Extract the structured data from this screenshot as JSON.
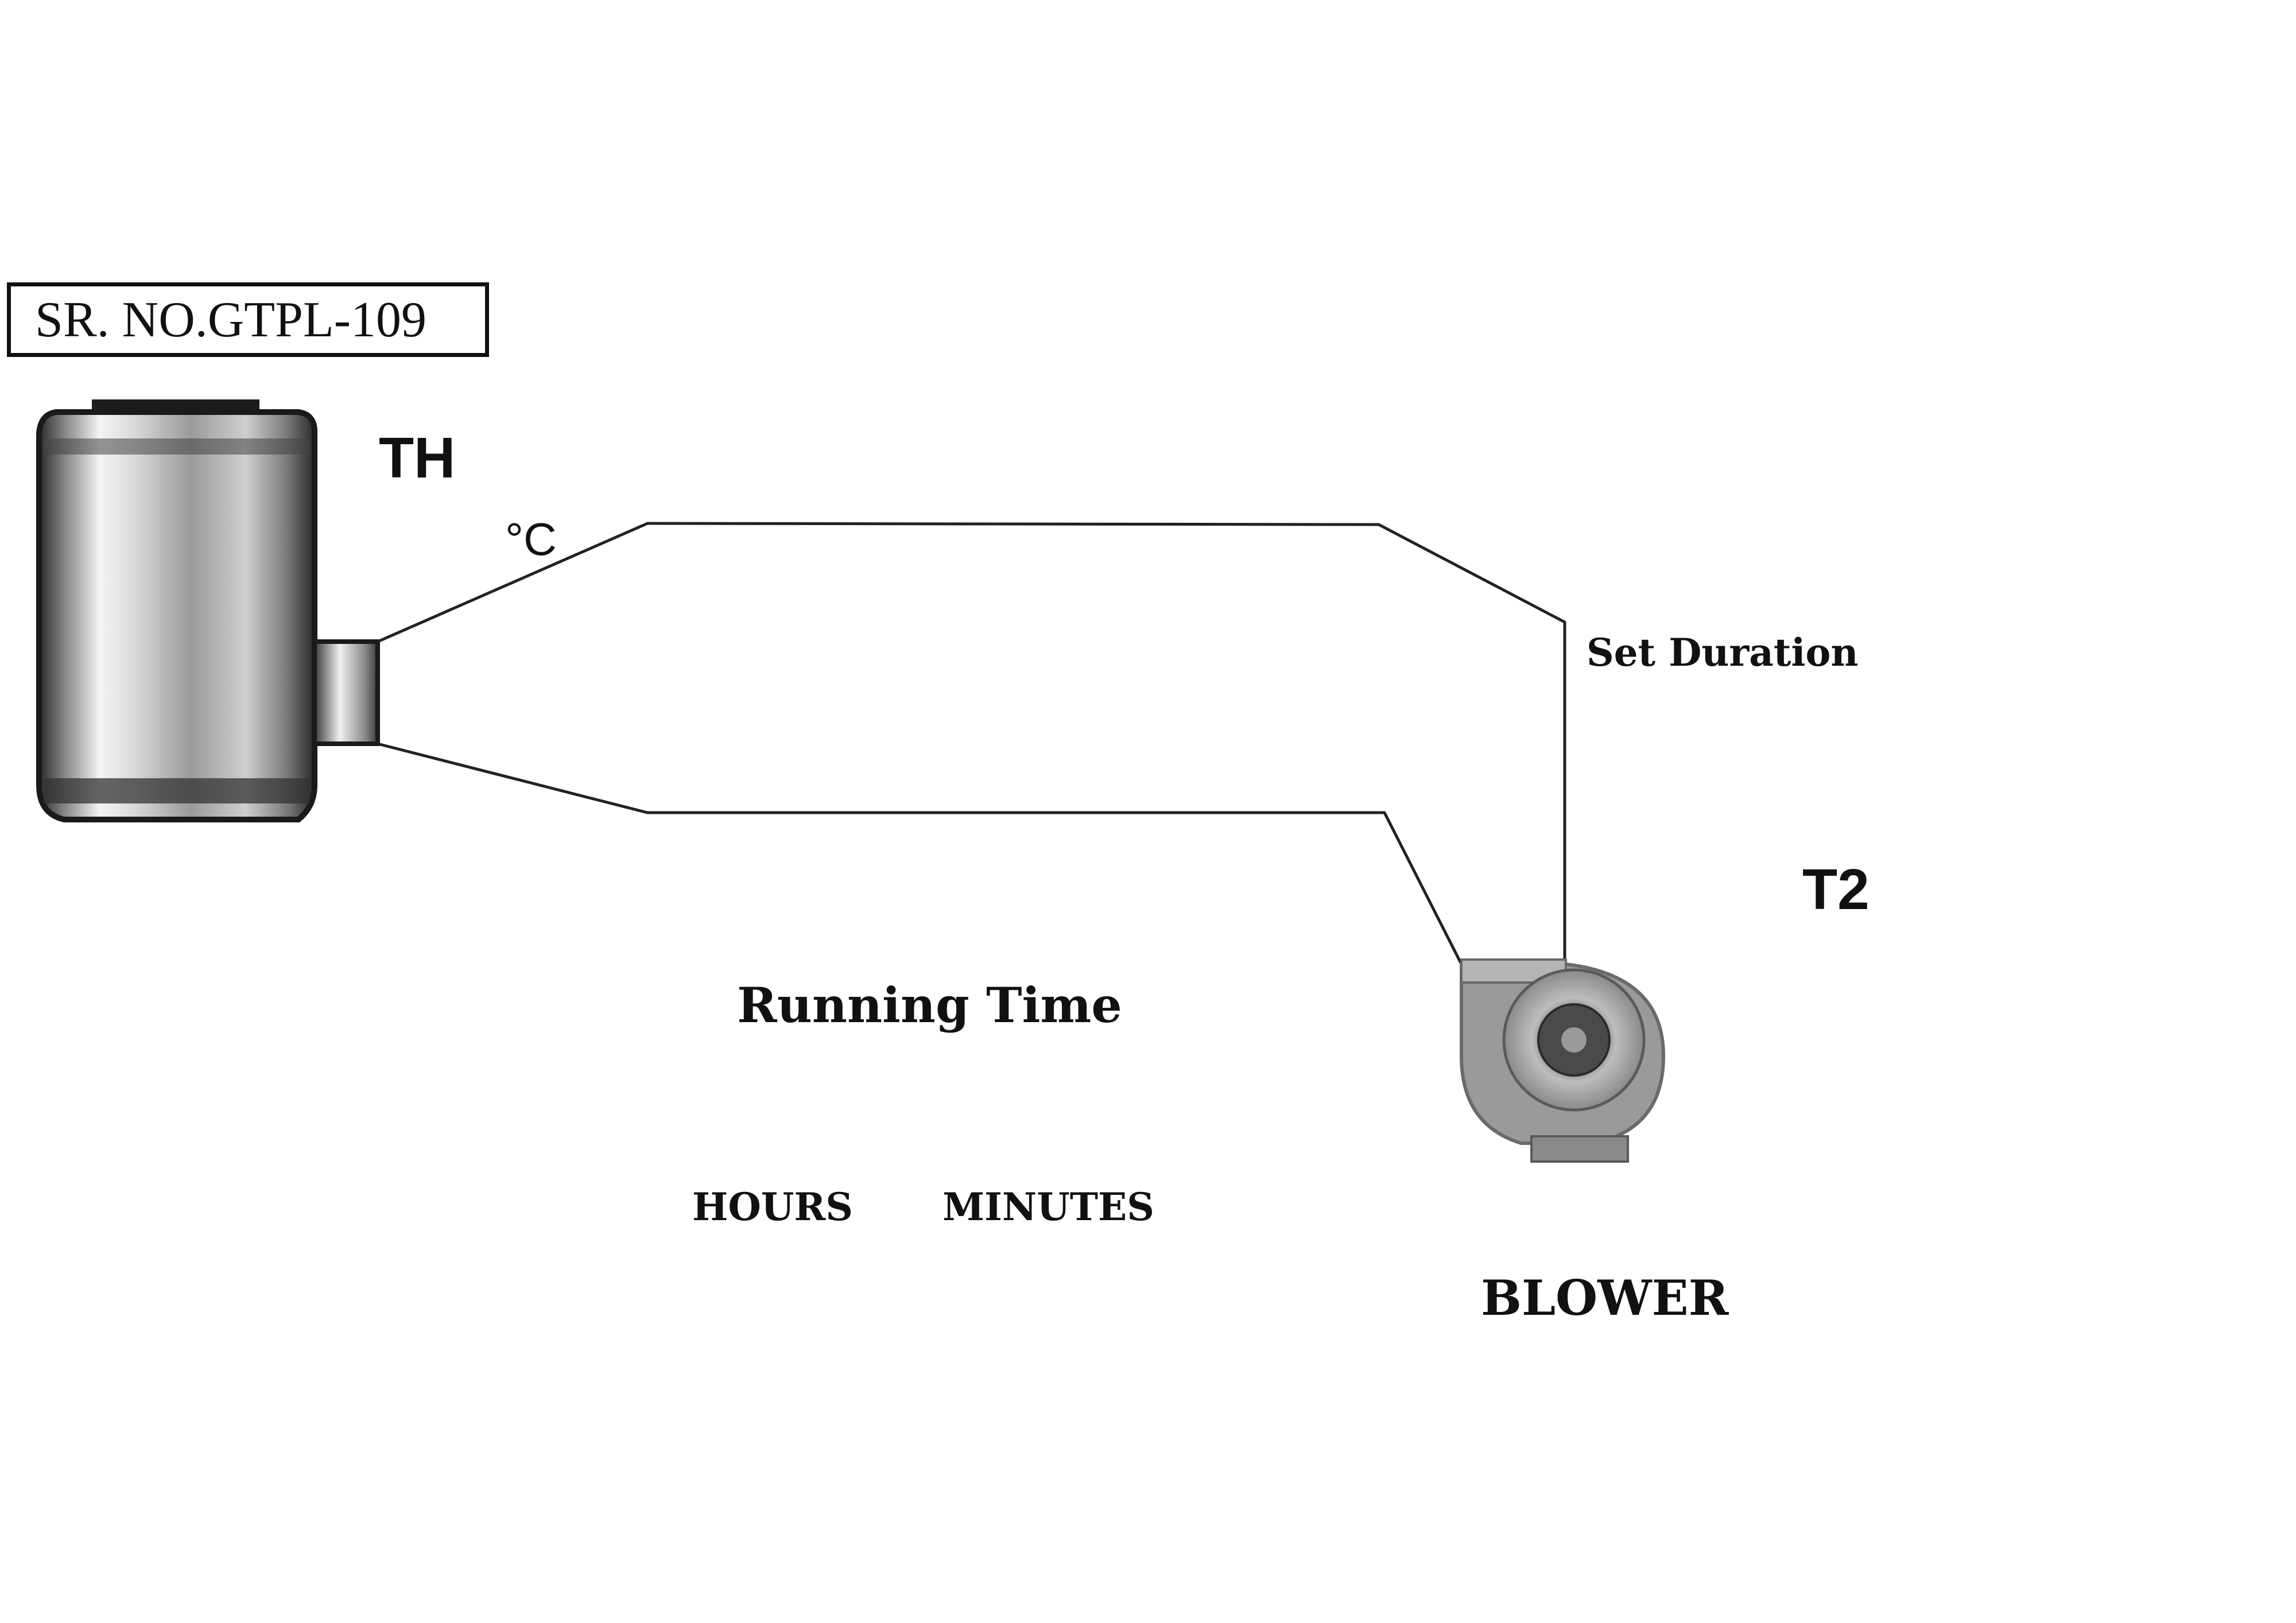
{
  "header": {
    "serial_number": "SR. NO.GTPL-109"
  },
  "tank": {
    "label": "TH",
    "unit": "°C"
  },
  "timer": {
    "set_duration_label": "Set Duration",
    "running_time_label": "Running Time",
    "hours_label": "HOURS",
    "minutes_label": "MINUTES"
  },
  "blower": {
    "label": "BLOWER",
    "tag": "T2"
  },
  "colors": {
    "line": "#222222",
    "tank_dark": "#2a2a2a",
    "tank_light": "#f4f4f4",
    "blower": "#8c8c8c",
    "text": "#111111"
  },
  "icons": [
    "tank-icon",
    "blower-icon"
  ]
}
